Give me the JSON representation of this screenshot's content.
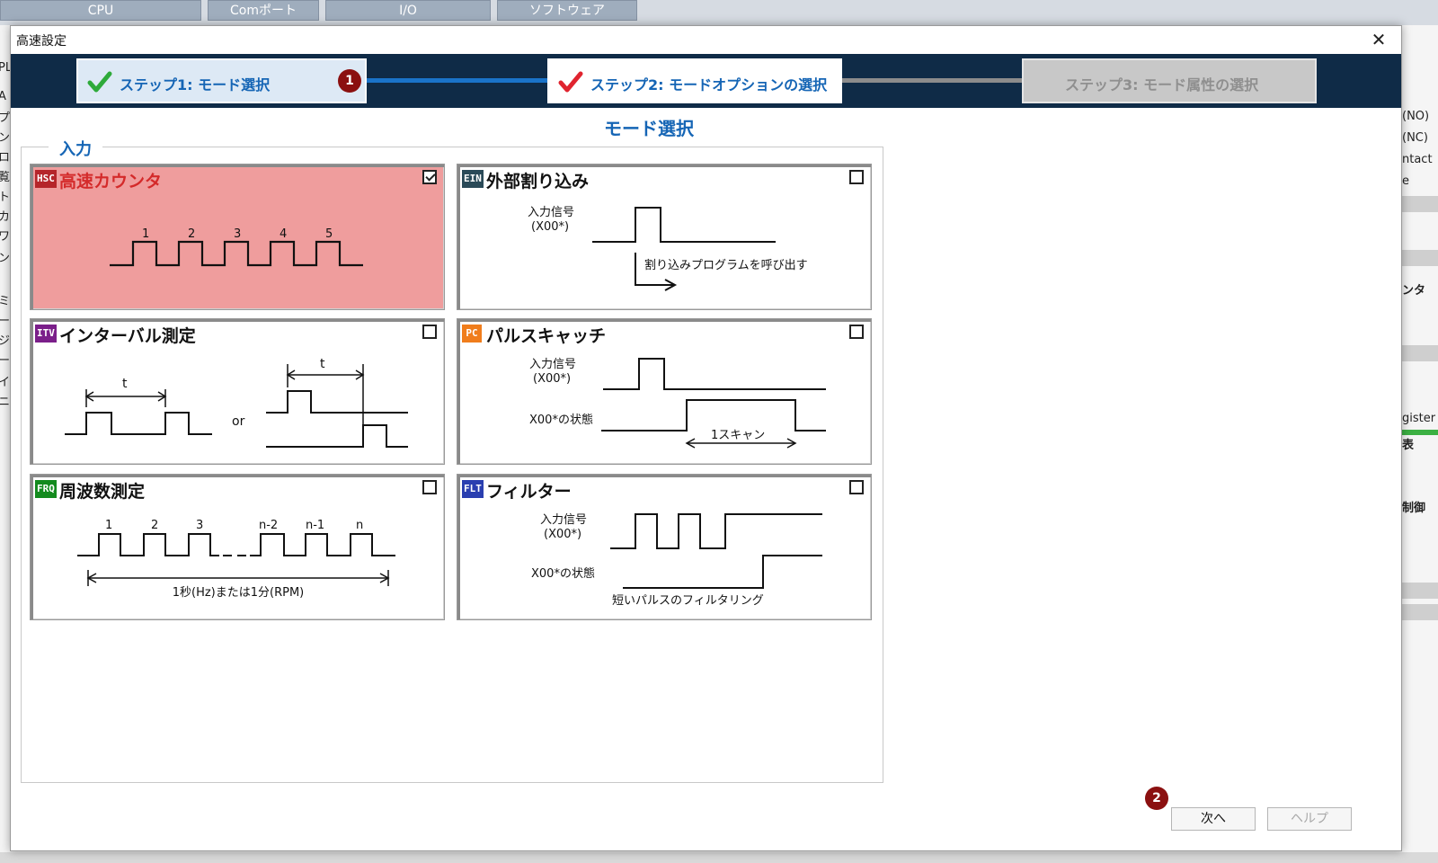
{
  "background": {
    "tabs": [
      "CPU",
      "Comポート",
      "I/O",
      "ソフトウェア"
    ],
    "left_fragments": [
      "PL",
      "A",
      "プ",
      "ン",
      "ロ",
      "覧",
      "ト",
      "カク",
      "ワ",
      "ン",
      "ミ",
      "ー",
      "ジ",
      "ー",
      "イ",
      "ニ"
    ],
    "right_fragments": [
      "(NO)",
      "(NC)",
      "ntact",
      "e",
      "ンタ",
      "gister",
      "表",
      "制御"
    ]
  },
  "dialog": {
    "title": "高速設定",
    "close_symbol": "✕"
  },
  "steps": [
    {
      "label": "ステップ1:  モード選択",
      "state": "done",
      "check_color": "#2eaa3a"
    },
    {
      "label": "ステップ2:  モードオプションの選択",
      "state": "current",
      "check_color": "#e0242f"
    },
    {
      "label": "ステップ3:  モード属性の選択",
      "state": "inactive"
    }
  ],
  "badges": [
    "1",
    "2"
  ],
  "section_title": "モード選択",
  "group_label": "入力",
  "modes": [
    {
      "id": "hsc",
      "icon": "HSC",
      "icon_color": "#b5252a",
      "title": "高速カウンタ",
      "selected": true,
      "pulse_labels": [
        "1",
        "2",
        "3",
        "4",
        "5"
      ]
    },
    {
      "id": "ein",
      "icon": "EIN",
      "icon_color": "#2a4a58",
      "title": "外部割り込み",
      "selected": false,
      "signal_label": "入力信号",
      "signal_sub": "(X00*)",
      "note": "割り込みプログラムを呼び出す"
    },
    {
      "id": "itv",
      "icon": "ITV",
      "icon_color": "#7b1f8a",
      "title": "インターバル測定",
      "selected": false,
      "t_label": "t",
      "or_label": "or"
    },
    {
      "id": "pc",
      "icon": "PC",
      "icon_color": "#f07d1c",
      "title": "パルスキャッチ",
      "selected": false,
      "signal_label": "入力信号",
      "signal_sub": "(X00*)",
      "state_label": "X00*の状態",
      "scan_label": "1スキャン"
    },
    {
      "id": "frq",
      "icon": "FRQ",
      "icon_color": "#138a1e",
      "title": "周波数測定",
      "selected": false,
      "pulse_labels": [
        "1",
        "2",
        "3",
        "n-2",
        "n-1",
        "n"
      ],
      "span_label": "1秒(Hz)または1分(RPM)"
    },
    {
      "id": "flt",
      "icon": "FLT",
      "icon_color": "#2a3fb0",
      "title": "フィルター",
      "selected": false,
      "signal_label": "入力信号",
      "signal_sub": "(X00*)",
      "state_label": "X00*の状態",
      "note": "短いパルスのフィルタリング"
    }
  ],
  "buttons": {
    "next": "次へ",
    "help": "ヘルプ"
  }
}
